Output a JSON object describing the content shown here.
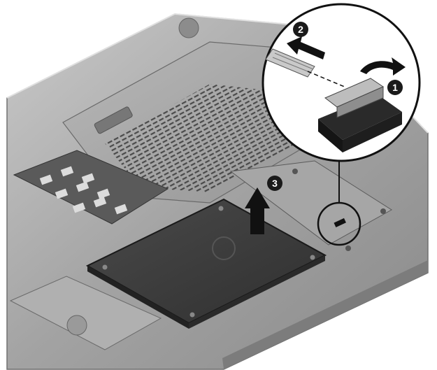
{
  "figure": {
    "steps": [
      {
        "number": "1",
        "action": "rotate-up"
      },
      {
        "number": "2",
        "action": "slide-left"
      },
      {
        "number": "3",
        "action": "lift-up"
      }
    ],
    "colors": {
      "chassis": "#9a9a9a",
      "chassis_dark": "#6e6e6e",
      "drive": "#3e3e3e",
      "badge": "#1a1a1a",
      "badge_text": "#ffffff",
      "callout_bg": "#ffffff"
    },
    "icons": [
      "hard-drive-icon",
      "connector-icon",
      "ribbon-cable-icon",
      "arrow-icon"
    ]
  }
}
